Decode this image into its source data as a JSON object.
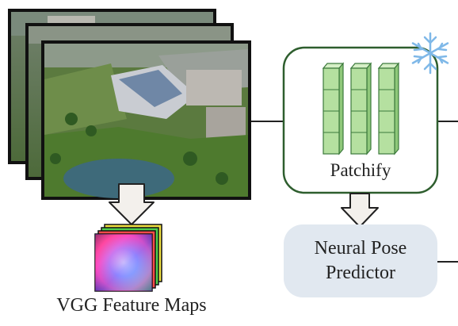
{
  "labels": {
    "patchify": "Patchify",
    "predictor_line1": "Neural Pose",
    "predictor_line2": "Predictor",
    "feature_maps": "VGG Feature Maps"
  },
  "icons": [
    "snowflake-icon",
    "down-arrow-icon"
  ],
  "colors": {
    "patchify_border": "#2e5e2e",
    "patch_fill": "#b5e0a0",
    "patch_stroke": "#3c7a3c",
    "predictor_fill": "#e1e8f0",
    "snowflake": "#7fb8e8",
    "arrow_fill": "#f3f0ec"
  }
}
